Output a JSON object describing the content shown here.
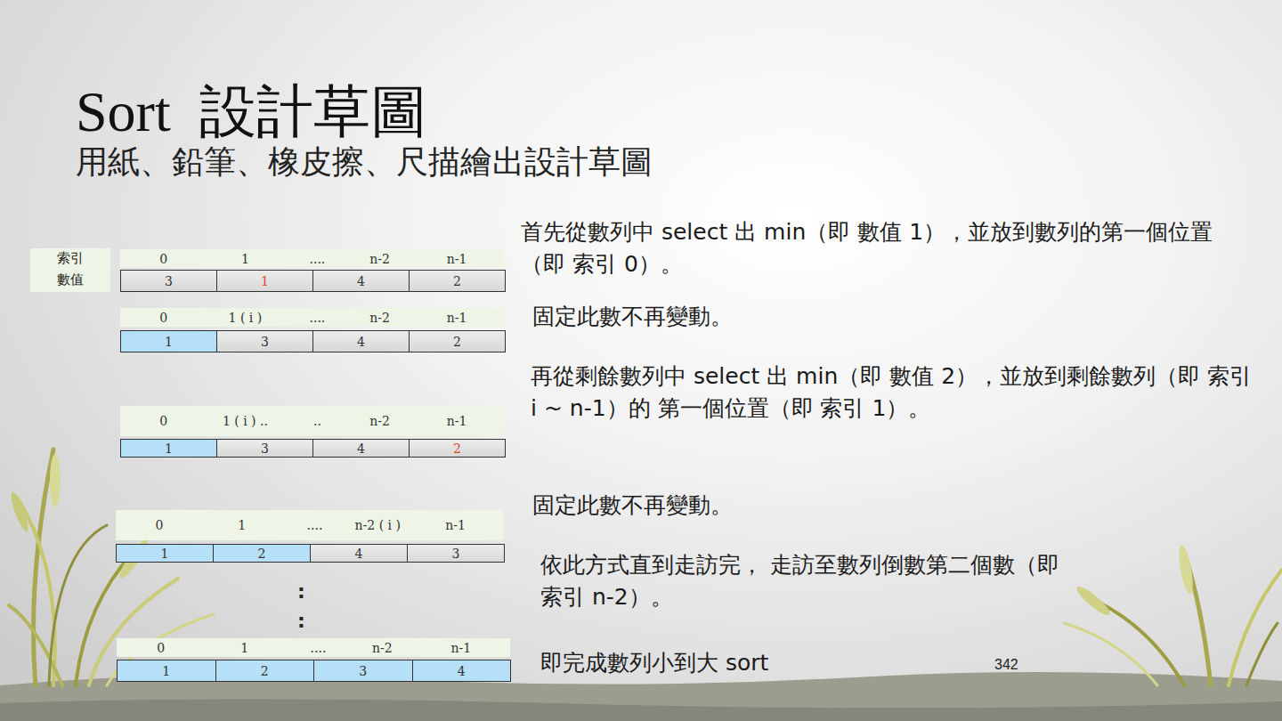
{
  "diagram": {
    "title": "Sort  設計草圖",
    "caption": "用紙、鉛筆、橡皮擦、尺描繪出設計草圖",
    "labels": [
      "索引",
      "數值",
      "0",
      "1",
      "....",
      "n-2",
      "n-1",
      "3",
      "1",
      "4",
      "2",
      "首先從數列中 select 出 min（即 數值 1），並放到數列的第一個位置（即 索引 0）。",
      "0",
      "1 ( i )",
      "....",
      "n-2",
      "n-1",
      "1",
      "3",
      "4",
      "2",
      "固定此數不再變動。",
      "再從剩餘數列中 select 出 min（即 數值 2），並放到剩餘數列（即 索引 i ~ n-1）的 第一個位置（即 索引 1）。",
      "0",
      "1 ( i ) ..",
      "..",
      "n-2",
      "n-1",
      "1",
      "3",
      "4",
      "2",
      "固定此數不再變動。",
      "0",
      "1",
      "....",
      "n-2 ( i )",
      "n-1",
      "1",
      "2",
      "4",
      "3",
      "依此方式直到走訪完， 走訪至數列倒數第二個數（即 索引 n-2）。",
      ":",
      ":",
      "0",
      "1",
      "....",
      "n-2",
      "n-1",
      "1",
      "2",
      "3",
      "4",
      "即完成數列小到大 sort",
      "342"
    ]
  }
}
